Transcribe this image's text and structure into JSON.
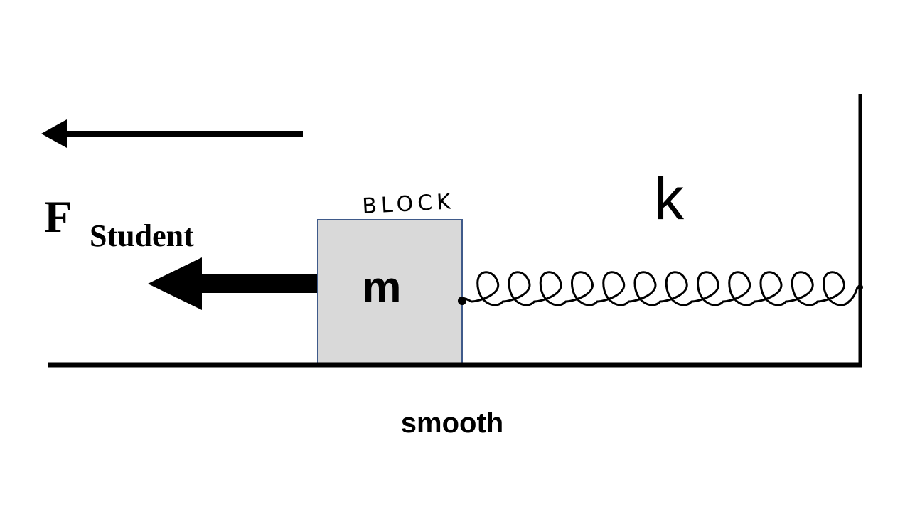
{
  "force": {
    "symbol": "F",
    "subscript": "Student"
  },
  "block": {
    "mass_label": "m",
    "caption": "BLOCK",
    "fill_color": "#d9d9d9",
    "border_color": "#3f5a8a"
  },
  "spring": {
    "constant_label": "k"
  },
  "surface": {
    "label": "smooth"
  }
}
